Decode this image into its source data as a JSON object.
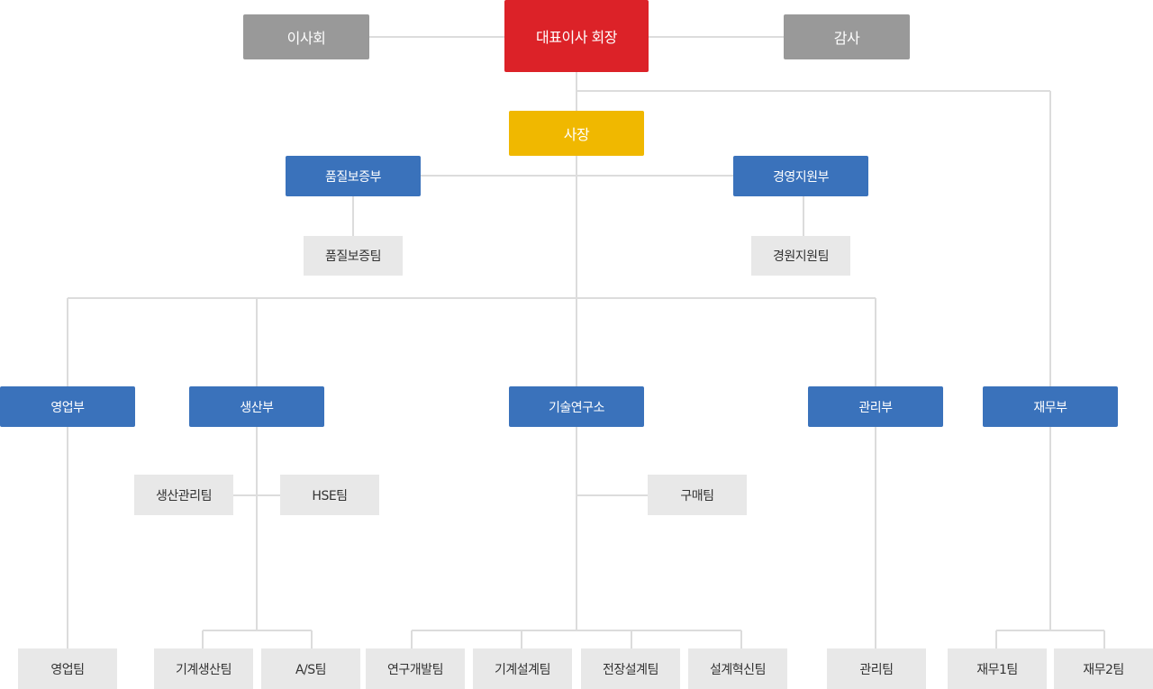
{
  "nodes": {
    "ceo": "대표이사 회장",
    "board": "이사회",
    "auditor": "감사",
    "president": "사장",
    "quality_dept": "품질보증부",
    "quality_team": "품질보증팀",
    "mgmt_support_dept": "경영지원부",
    "mgmt_support_team": "경원지원팀",
    "sales_dept": "영업부",
    "sales_team": "영업팀",
    "production_dept": "생산부",
    "production_mgmt_team": "생산관리팀",
    "hse_team": "HSE팀",
    "machine_production_team": "기계생산팀",
    "as_team": "A/S팀",
    "tech_institute": "기술연구소",
    "purchasing_team": "구매팀",
    "rnd_team": "연구개발팀",
    "mech_design_team": "기계설계팀",
    "electrical_design_team": "전장설계팀",
    "design_innovation_team": "설계혁신팀",
    "admin_dept": "관리부",
    "admin_team": "관리팀",
    "finance_dept": "재무부",
    "finance_team_1": "재무1팀",
    "finance_team_2": "재무2팀"
  }
}
